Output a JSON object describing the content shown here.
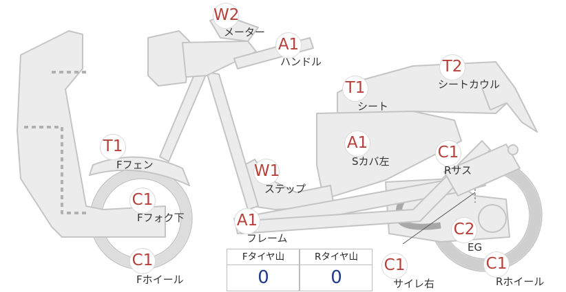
{
  "parts": [
    {
      "id": "meter",
      "code": "W2",
      "label": "メーター"
    },
    {
      "id": "handle",
      "code": "A1",
      "label": "ハンドル"
    },
    {
      "id": "seat",
      "code": "T1",
      "label": "シート"
    },
    {
      "id": "seat-cowl",
      "code": "T2",
      "label": "シートカウル"
    },
    {
      "id": "f-fender",
      "code": "T1",
      "label": "Fフェン"
    },
    {
      "id": "s-cover-left",
      "code": "A1",
      "label": "Sカバ左"
    },
    {
      "id": "r-sus",
      "code": "C1",
      "label": "Rサス"
    },
    {
      "id": "step",
      "code": "W1",
      "label": "ステップ"
    },
    {
      "id": "f-fork-lower",
      "code": "C1",
      "label": "Fフォク下"
    },
    {
      "id": "frame",
      "code": "A1",
      "label": "フレーム"
    },
    {
      "id": "eg",
      "code": "C2",
      "label": "EG"
    },
    {
      "id": "f-wheel",
      "code": "C1",
      "label": "Fホイール"
    },
    {
      "id": "silencer-right",
      "code": "C1",
      "label": "サイレ右"
    },
    {
      "id": "r-wheel",
      "code": "C1",
      "label": "Rホイール"
    }
  ],
  "tire_table": {
    "front_header": "Fタイヤ山",
    "rear_header": "Rタイヤ山",
    "front_value": "0",
    "rear_value": "0"
  }
}
